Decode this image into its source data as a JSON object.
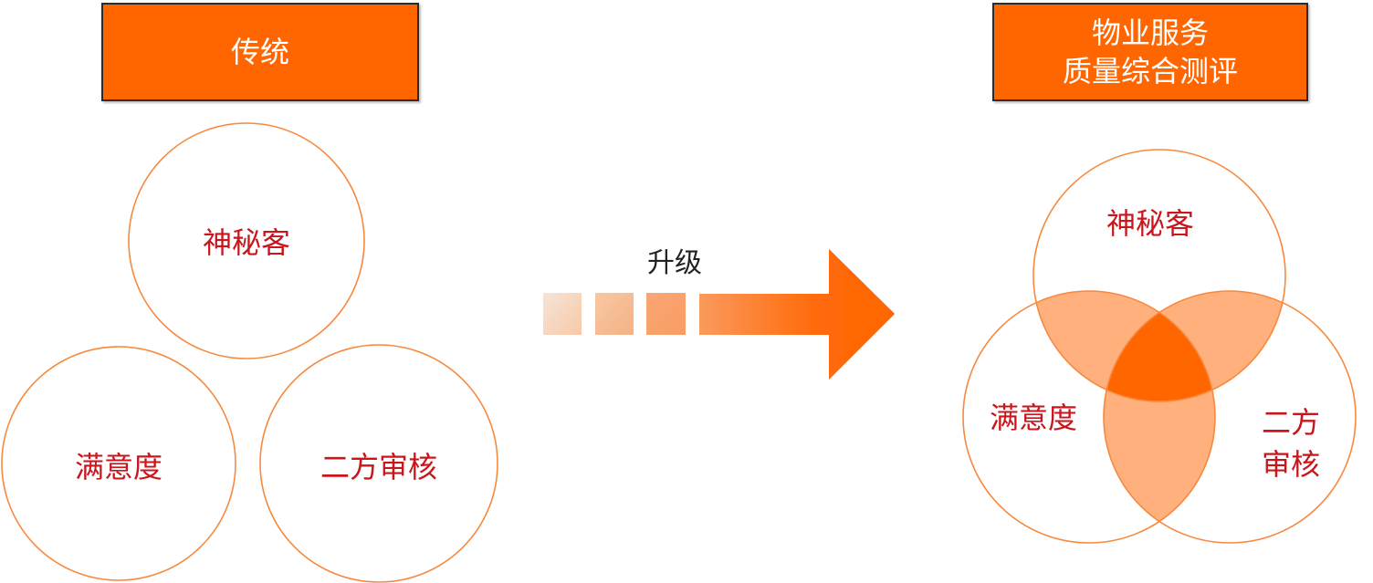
{
  "left_panel": {
    "title": "传统",
    "circles": [
      {
        "label": "神秘客"
      },
      {
        "label": "满意度"
      },
      {
        "label": "二方审核"
      }
    ]
  },
  "transition": {
    "label": "升级",
    "icon": "arrow-right-icon"
  },
  "right_panel": {
    "title_line1": "物业服务",
    "title_line2": "质量综合测评",
    "venn": [
      {
        "label": "神秘客"
      },
      {
        "label": "满意度"
      },
      {
        "label_line1": "二方",
        "label_line2": "审核"
      }
    ]
  },
  "colors": {
    "accent": "#ff6600",
    "overlap_light": "#ffb07c",
    "label_text": "#c8161d",
    "box_border": "#2b2b2b"
  }
}
